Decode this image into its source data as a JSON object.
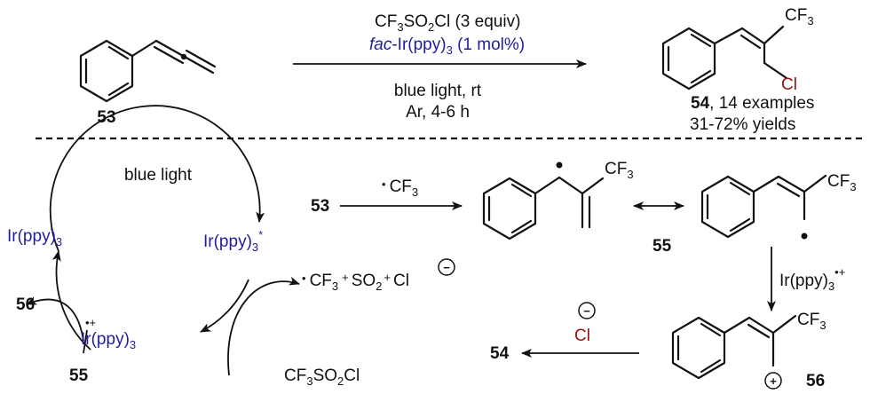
{
  "top": {
    "reagent_1": "CF3SO2Cl (3 equiv)",
    "reagent_1_parts": [
      "CF",
      "3",
      "SO",
      "2",
      "Cl (3 equiv)"
    ],
    "catalyst_prefix": "fac",
    "catalyst_main": "-Ir(ppy)",
    "catalyst_sub": "3",
    "catalyst_suffix": " (1 mol%)",
    "conditions_1": "blue light, rt",
    "conditions_2": "Ar, 4-6 h",
    "substrate_label": "53",
    "product_label": "54",
    "product_note": ", 14 examples",
    "yields": "31-72% yields",
    "product_cf3": "CF",
    "product_cf3_sub": "3",
    "product_cl": "Cl"
  },
  "cycle": {
    "light_label": "blue light",
    "ir_ground": "Ir(ppy)",
    "ir_ground_sub": "3",
    "ir_excited": "Ir(ppy)",
    "ir_excited_sub": "3",
    "ir_excited_sup": "*",
    "ir_oxidized": "Ir(ppy)",
    "ir_oxidized_sub": "3",
    "ir_oxidized_sup": "•+",
    "label_56": "56",
    "label_55": "55",
    "reagent": "CF",
    "reagent_sub1": "3",
    "reagent_mid": "SO",
    "reagent_sub2": "2",
    "reagent_end": "Cl",
    "products_cf3": "CF",
    "products_cf3_sub": "3",
    "products_plus1": "+",
    "products_so2": "SO",
    "products_so2_sub": "2",
    "products_plus2": "+",
    "products_cl": "Cl",
    "radical_dot": "•",
    "minus": "−"
  },
  "mechanism": {
    "label_53": "53",
    "cf3_radical": "CF",
    "cf3_radical_sub": "3",
    "radical_dot": "•",
    "cf3_a": "CF",
    "cf3_a_sub": "3",
    "cf3_b": "CF",
    "cf3_b_sub": "3",
    "label_55": "55",
    "oxidant": "Ir(ppy)",
    "oxidant_sub": "3",
    "oxidant_sup": "•+",
    "cf3_c": "CF",
    "cf3_c_sub": "3",
    "label_56": "56",
    "chloride": "Cl",
    "label_54": "54",
    "plus": "+",
    "minus": "−"
  }
}
